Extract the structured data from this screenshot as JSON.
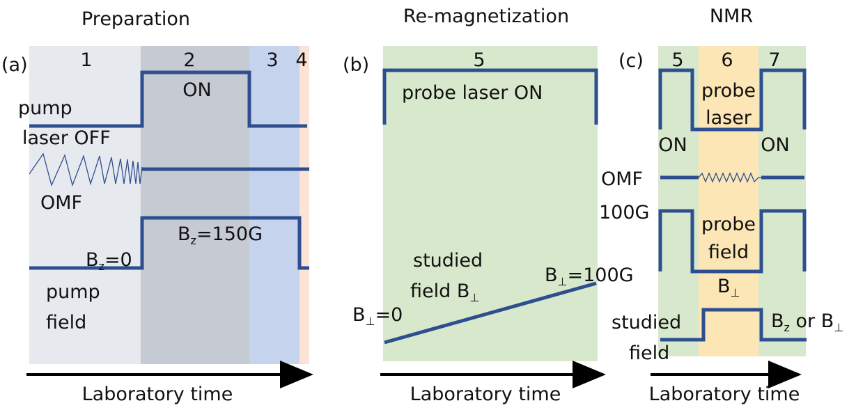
{
  "headers": {
    "a": "Preparation",
    "b": "Re-magnetization",
    "c": "NMR"
  },
  "panel_labels": {
    "a": "(a)",
    "b": "(b)",
    "c": "(c)"
  },
  "stage_numbers": {
    "s1": "1",
    "s2": "2",
    "s3": "3",
    "s4": "4",
    "s5b": "5",
    "s5c": "5",
    "s6": "6",
    "s7": "7"
  },
  "panel_a": {
    "on": "ON",
    "pump": "pump",
    "laser_off": "laser  OFF",
    "omf": "OMF",
    "b_letter": "B",
    "bz_zero_sub": "z",
    "bz_zero_rest": "=0",
    "bz_150_sub": "z",
    "bz_150_rest": "=150G",
    "pump2": "pump",
    "field": "field"
  },
  "panel_b": {
    "probe_laser_on": "probe laser ON",
    "studied": "studied",
    "field_b": "field  B",
    "perp": "⊥",
    "bperp_zero_rest": "=0",
    "bperp_100_rest": "=100G",
    "b_letter": "B"
  },
  "panel_c": {
    "probe": "probe",
    "laser": "laser",
    "on_left": "ON",
    "on_right": "ON",
    "omf": "OMF",
    "g100": "100G",
    "probe2": "probe",
    "field": "field",
    "b_letter": "B",
    "perp": "⊥",
    "studied": "studied",
    "field2": "field",
    "bz_or_prefix": "B",
    "bz_sub": "z",
    "or_text": " or B",
    "perp2": "⊥"
  },
  "axis_label": "Laboratory time",
  "colors": {
    "stage1": "#e6e9ee",
    "stage2": "#c6cad3",
    "stage3": "#c5d4ec",
    "stage4": "#fbe4d6",
    "green": "#d8e8cc",
    "yellow": "#fde6b5",
    "trace": "#2e4f8f"
  }
}
